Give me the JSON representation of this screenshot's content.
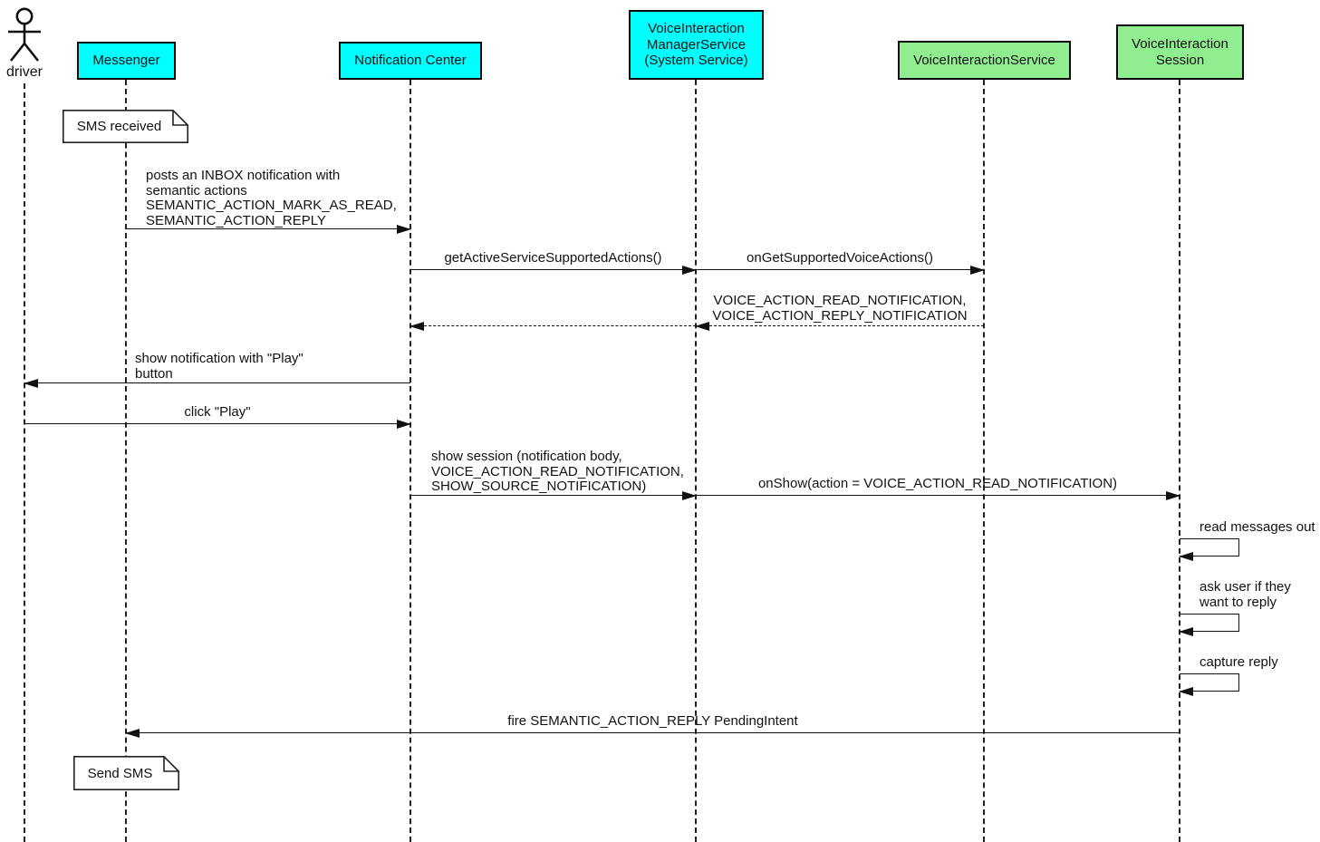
{
  "actor": {
    "label": "driver"
  },
  "participants": {
    "messenger": {
      "label": "Messenger",
      "color": "#00FFFF"
    },
    "notification_center": {
      "label": "Notification Center",
      "color": "#00FFFF"
    },
    "vims": {
      "lines": [
        "VoiceInteraction",
        "ManagerService",
        "(System Service)"
      ],
      "color": "#00FFFF"
    },
    "vis": {
      "label": "VoiceInteractionService",
      "color": "#90EE90"
    },
    "session": {
      "lines": [
        "VoiceInteraction",
        "Session"
      ],
      "color": "#90EE90"
    }
  },
  "notes": {
    "sms_received": {
      "text": "SMS received"
    },
    "send_sms": {
      "text": "Send SMS"
    }
  },
  "messages": {
    "post_notification": {
      "lines": [
        "posts an INBOX notification with",
        "semantic actions",
        "SEMANTIC_ACTION_MARK_AS_READ,",
        "SEMANTIC_ACTION_REPLY"
      ]
    },
    "get_active_actions": {
      "label": "getActiveServiceSupportedActions()"
    },
    "on_get_supported": {
      "label": "onGetSupportedVoiceActions()"
    },
    "supported_actions_return": {
      "lines": [
        "VOICE_ACTION_READ_NOTIFICATION,",
        "VOICE_ACTION_REPLY_NOTIFICATION"
      ]
    },
    "show_notification": {
      "lines": [
        "show notification with \"Play\"",
        "button"
      ]
    },
    "click_play": {
      "label": "click \"Play\""
    },
    "show_session": {
      "lines": [
        "show session (notification body,",
        "VOICE_ACTION_READ_NOTIFICATION,",
        "SHOW_SOURCE_NOTIFICATION)"
      ]
    },
    "on_show": {
      "label": "onShow(action = VOICE_ACTION_READ_NOTIFICATION)"
    },
    "read_messages": {
      "label": "read messages out"
    },
    "ask_user": {
      "lines": [
        "ask user if they",
        "want to reply"
      ]
    },
    "capture_reply": {
      "label": "capture reply"
    },
    "fire_reply": {
      "label": "fire SEMANTIC_ACTION_REPLY PendingIntent"
    }
  },
  "colors": {
    "system_participant": "#00FFFF",
    "service_participant": "#90EE90",
    "line": "#111111",
    "background": "#FFFFFF"
  }
}
